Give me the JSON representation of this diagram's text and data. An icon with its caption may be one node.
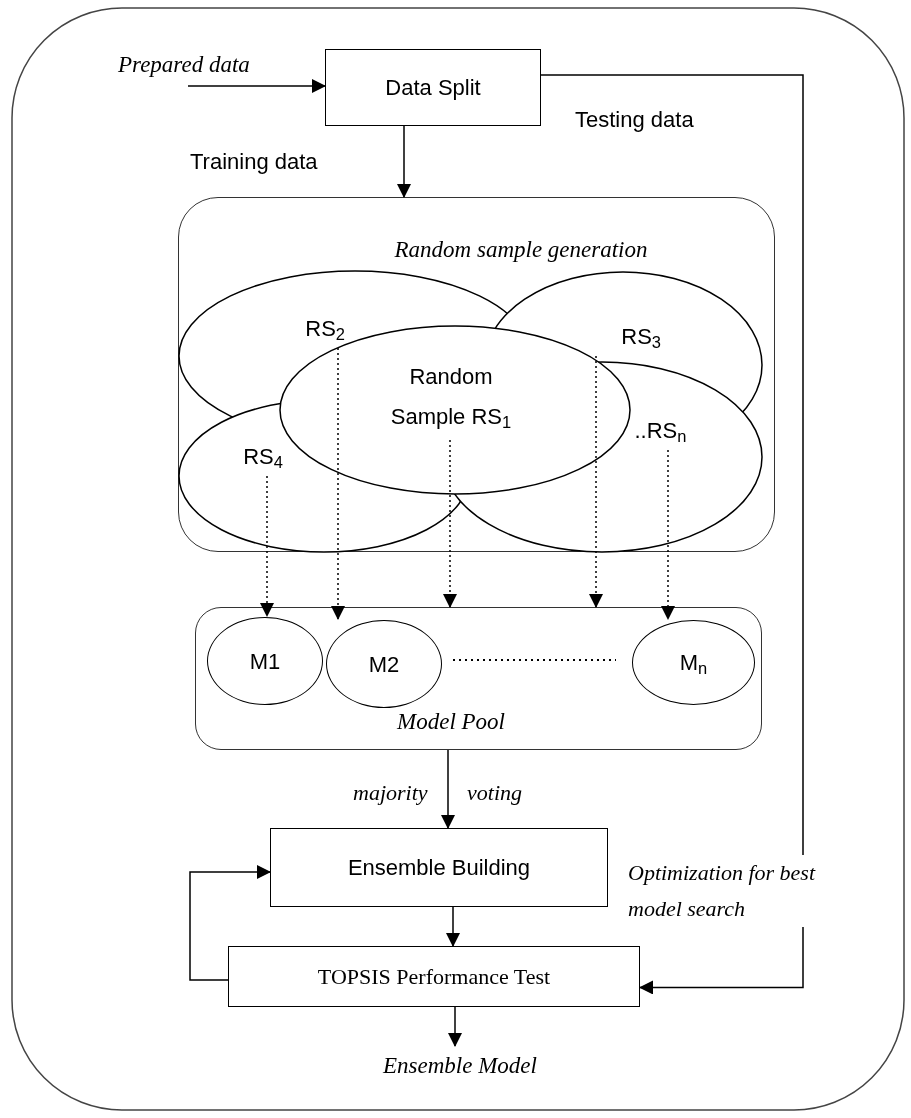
{
  "diagram": {
    "nodes": [
      {
        "text": [
          "Data Split"
        ]
      },
      {
        "text": [
          "Random sample generation"
        ]
      },
      {
        "text": [
          "RS$_{2}$"
        ],
        "in": 1
      },
      {
        "text": [
          "RS$_{3}$"
        ],
        "in": 1
      },
      {
        "text": [
          "Random Sample RS$_{1}$"
        ],
        "in": 1
      },
      {
        "text": [
          "RS$_{4}$"
        ],
        "in": 1
      },
      {
        "text": [
          "..RS$_{n}$"
        ],
        "in": 1
      },
      {
        "text": [
          "Model  Pool"
        ]
      },
      {
        "text": [
          "M1"
        ],
        "in": 7
      },
      {
        "text": [
          "M2"
        ],
        "in": 7
      },
      {
        "text": [
          "M$_{n}$"
        ],
        "in": 7
      },
      {
        "text": [
          "Ensemble Building"
        ]
      },
      {
        "text": [
          "TOPSIS Performance Test"
        ]
      },
      {
        "text": [
          "Ensemble Model"
        ]
      }
    ],
    "edges": [
      {
        "from": null,
        "to": 0,
        "arrow": "to",
        "label": "Prepared data"
      },
      {
        "from": 0,
        "to": 1,
        "arrow": "to",
        "label": "Training data"
      },
      {
        "from": 0,
        "to": 12,
        "arrow": "to",
        "label": "Optimization for best model search"
      },
      {
        "from": 5,
        "to": 8,
        "arrow": "to",
        "style": "dashed"
      },
      {
        "from": 2,
        "to": 9,
        "arrow": "to",
        "style": "dashed"
      },
      {
        "from": 4,
        "to": 7,
        "arrow": "to",
        "style": "dashed"
      },
      {
        "from": 3,
        "to": 7,
        "arrow": "to",
        "style": "dashed"
      },
      {
        "from": 6,
        "to": 10,
        "arrow": "to",
        "style": "dashed"
      },
      {
        "from": 7,
        "to": 11,
        "arrow": "to",
        "label": "majority voting"
      },
      {
        "from": 11,
        "to": 12,
        "arrow": "to"
      },
      {
        "from": 12,
        "to": 11,
        "arrow": "to"
      },
      {
        "from": 12,
        "to": 13,
        "arrow": "to"
      }
    ],
    "labels": [
      "Testing data"
    ]
  }
}
